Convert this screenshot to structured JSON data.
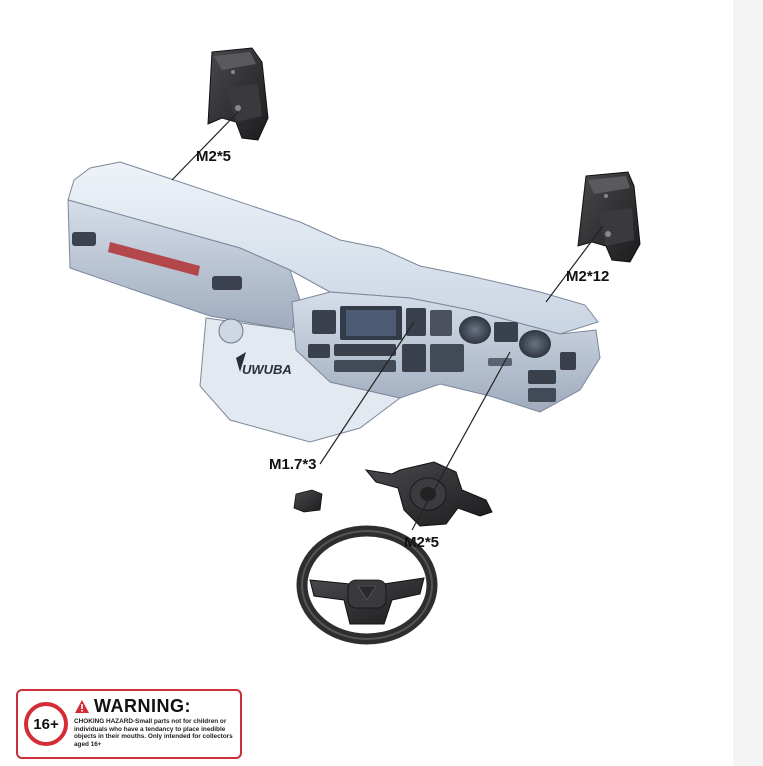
{
  "callouts": {
    "bracket_left": "M2*5",
    "bracket_right": "M2*12",
    "switch_part": "M1.7*3",
    "steering": "M2*5"
  },
  "dashboard": {
    "brand_logo": "UWUBA"
  },
  "warning": {
    "age": "16+",
    "title": "WARNING:",
    "text": "CHOKING HAZARD-Small parts not for children or individuals who have a tendancy to place inedible objects in their mouths. Only intended for collectors aged 16+",
    "icon": "warning-triangle-icon",
    "accent": "#d42b35"
  },
  "colors": {
    "dash_body": "#dbe4ef",
    "dash_shadow": "#a9b4c4",
    "dark_part": "#2a2a2c",
    "line": "#222222"
  }
}
